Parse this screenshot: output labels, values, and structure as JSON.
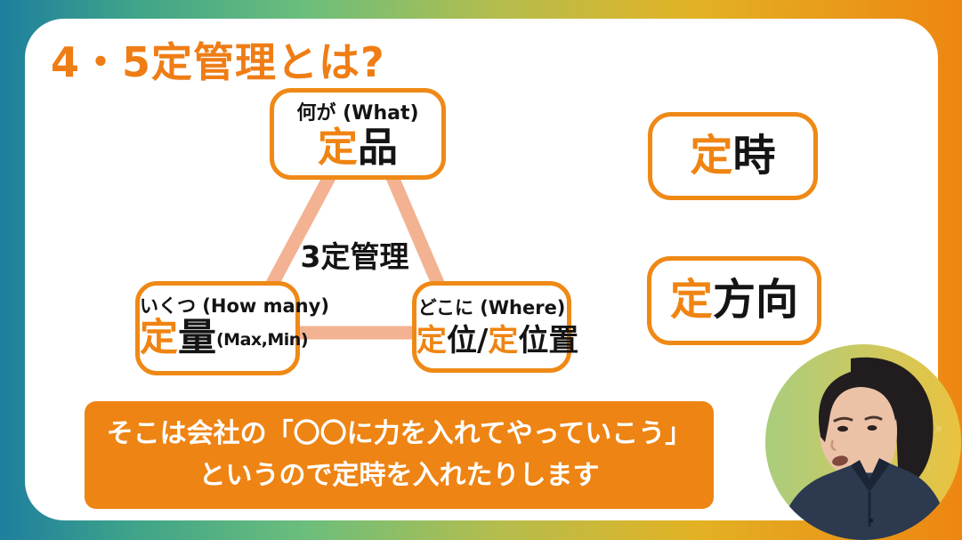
{
  "colors": {
    "title_orange": "#EF7D15",
    "accent_orange": "#EF8412",
    "box_border_orange": "#EF8916",
    "line_salmon": "#F3B291",
    "caption_bg": "#EE8413",
    "caption_text": "#FFFFFF",
    "frame_gradient_left": "#1E7F9E",
    "frame_gradient_right": "#EE8611"
  },
  "header": {
    "title": "4・5定管理とは?"
  },
  "triangle": {
    "center_label": "3定管理",
    "nodes": {
      "what": {
        "question": "何が (What)",
        "prefix": "定",
        "main": "品"
      },
      "howmany": {
        "question": "いくつ (How many)",
        "prefix": "定",
        "main": "量",
        "note": "(Max,Min)"
      },
      "where": {
        "question": "どこに (Where)",
        "seg1": "定",
        "seg2": "位/",
        "seg3": "定",
        "seg4": "位置"
      }
    }
  },
  "side_terms": {
    "time": {
      "prefix": "定",
      "rest": "時"
    },
    "direction": {
      "prefix": "定",
      "rest": "方向"
    }
  },
  "caption": {
    "line1": "そこは会社の「〇〇に力を入れてやっていこう」",
    "line2": "というので定時を入れたりします"
  }
}
